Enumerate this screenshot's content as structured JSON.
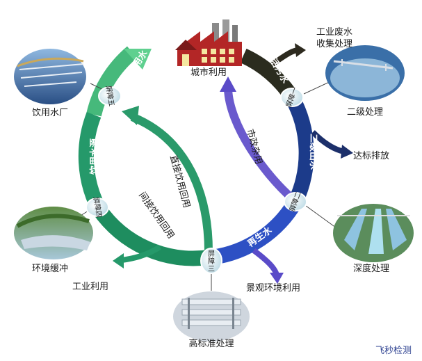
{
  "center_nodes": {
    "city_use": "城市利用",
    "industrial_wastewater": [
      "工业废水",
      "收集处理"
    ],
    "secondary_treatment": "二级处理",
    "discharge": "达标排放",
    "advanced_treatment": "深度处理",
    "landscape_use": "景观环境利用",
    "high_standard": "高标准处理",
    "industrial_use": "工业利用",
    "env_buffer": "环境缓冲",
    "drinking_plant": "饮用水厂"
  },
  "arc_labels": {
    "drinking_water": "饮用水",
    "domestic_sewage": "生活污水",
    "secondary_effluent": "二级出水",
    "recycled_water": "再生水",
    "indirect_reuse": "间接饮用回用",
    "water_source": "饮用水源",
    "direct_reuse": "直接饮用回用",
    "municipal_misc": "市政杂用"
  },
  "barriers": {
    "barrier1": "屏障一",
    "barrier2": "屏障二",
    "barrier3": "屏障三",
    "barrier4": "屏障四",
    "barrier5": "屏障五"
  },
  "watermark": "飞秒检测",
  "colors": {
    "green_arc": "#2f9e6e",
    "blue_arc": "#1f3f8f",
    "purple_arrow": "#6a5acd",
    "node_fill": "#cfe8ef"
  }
}
